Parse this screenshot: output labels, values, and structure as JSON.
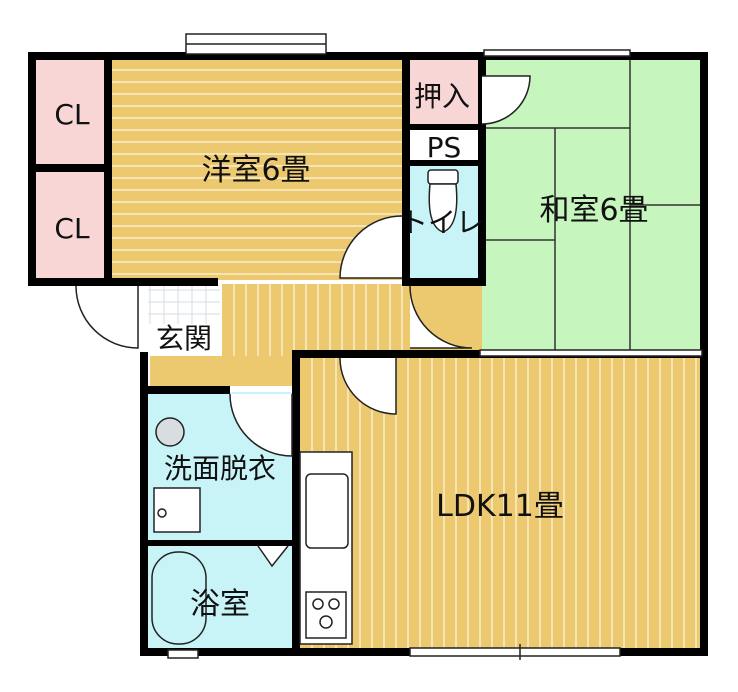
{
  "colors": {
    "wall": "#000000",
    "closet": "#f9d6d6",
    "wood_floor": "#ecc96e",
    "wood_line": "#ffffff",
    "tatami": "#c6f5bd",
    "tatami_line": "#333333",
    "wet_area": "#c8f4f8",
    "entry_tile": "#d7dde0",
    "stroke": "#222222",
    "white": "#ffffff"
  },
  "rooms": {
    "closet_upper": {
      "label": "CL",
      "icon": "closet-icon"
    },
    "closet_lower": {
      "label": "CL",
      "icon": "closet-icon"
    },
    "western_room": {
      "label": "洋室6畳"
    },
    "oshiire": {
      "label": "押入"
    },
    "ps": {
      "label": "PS"
    },
    "toilet": {
      "label": "トイレ",
      "icon": "toilet-icon"
    },
    "japanese_room": {
      "label": "和室6畳"
    },
    "genkan": {
      "label": "玄関"
    },
    "washroom": {
      "label": "洗面脱衣",
      "icon": "washbasin-icon"
    },
    "bathroom": {
      "label": "浴室",
      "icon": "bathtub-icon"
    },
    "ldk": {
      "label": "LDK11畳",
      "icon": "kitchen-sink-icon"
    }
  }
}
